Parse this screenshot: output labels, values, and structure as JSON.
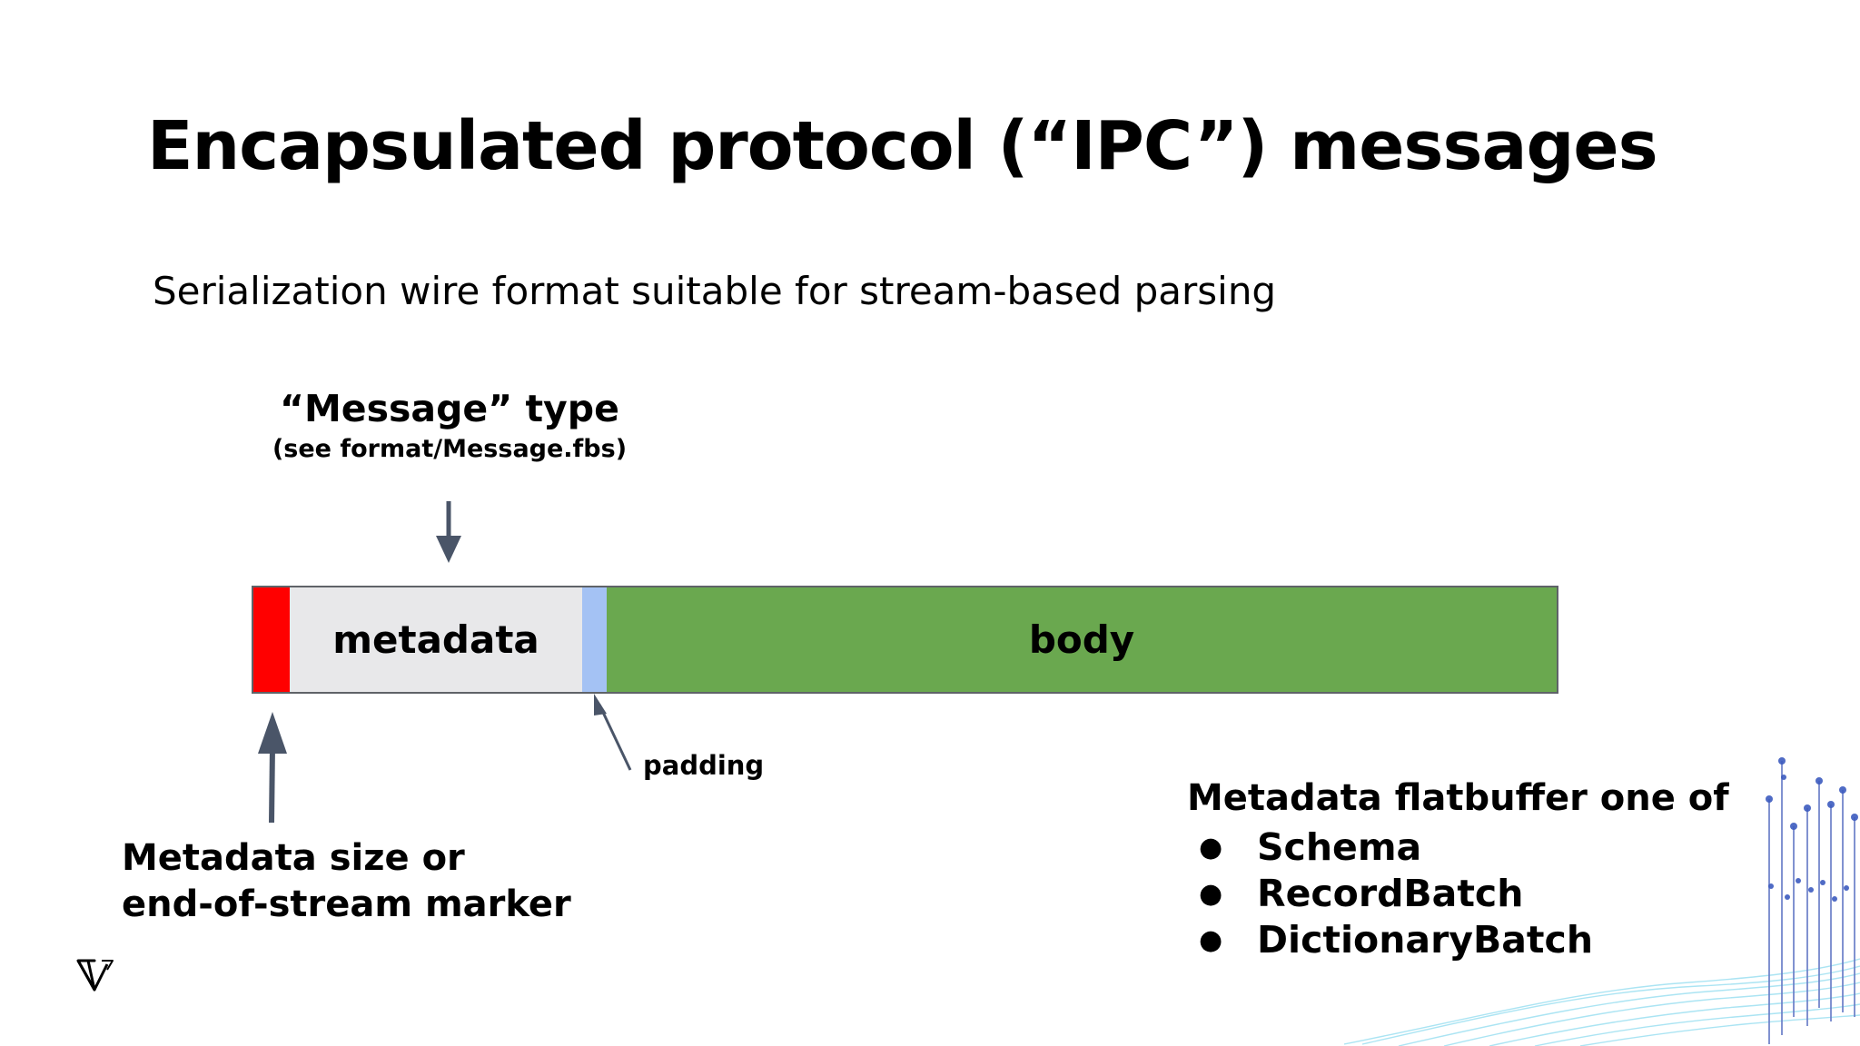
{
  "slide": {
    "title": "Encapsulated protocol (“IPC”) messages",
    "subtitle": "Serialization wire format suitable for stream-based parsing"
  },
  "diagram": {
    "message_type_label": "“Message” type",
    "message_type_note": "(see format/Message.fbs)",
    "segments": {
      "size_marker": {
        "label": "",
        "color": "#ff0000"
      },
      "metadata": {
        "label": "metadata",
        "color": "#e8e8ea"
      },
      "padding": {
        "label": "",
        "color": "#a4c2f4"
      },
      "body": {
        "label": "body",
        "color": "#6aa84f"
      }
    },
    "padding_label": "padding",
    "size_marker_label": [
      "Metadata size or",
      "end-of-stream marker"
    ],
    "arrow_color": "#4a5568"
  },
  "flatbuffer": {
    "title": "Metadata flatbuffer one of",
    "items": [
      "Schema",
      "RecordBatch",
      "DictionaryBatch"
    ]
  },
  "decoration": {
    "accent_colors": [
      "#7fd3e8",
      "#3d5bbf"
    ]
  }
}
